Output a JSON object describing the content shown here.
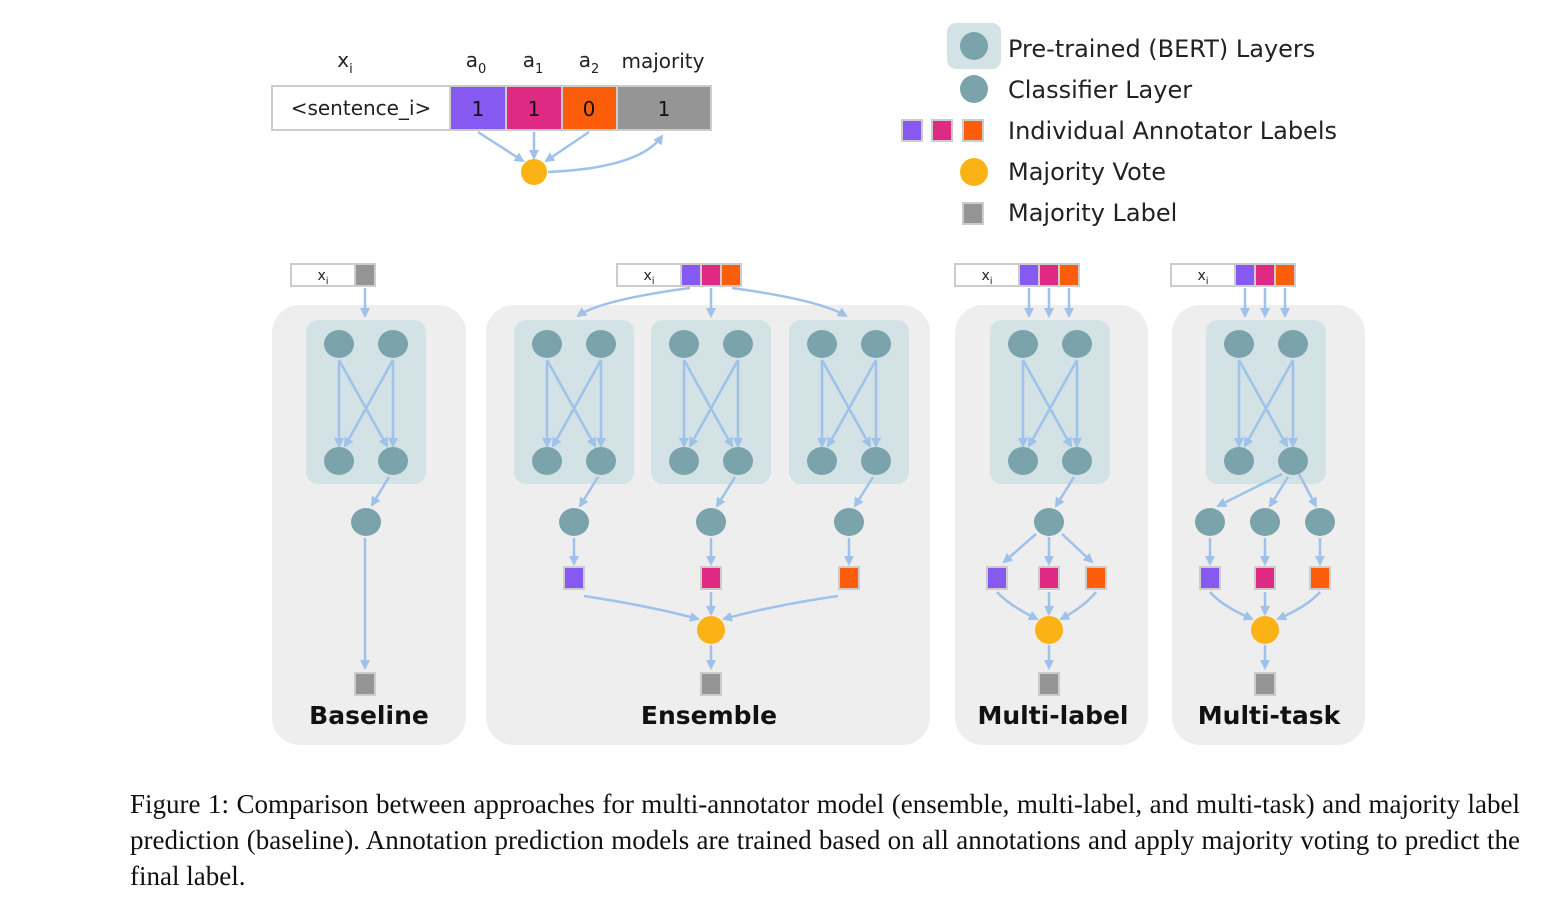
{
  "header": {
    "xi_label": "x",
    "xi_sub": "i",
    "a0_label": "a",
    "a0_sub": "0",
    "a1_label": "a",
    "a1_sub": "1",
    "a2_label": "a",
    "a2_sub": "2",
    "majority_label": "majority",
    "sentence": "<sentence_i>",
    "values": [
      "1",
      "1",
      "0",
      "1"
    ]
  },
  "legend": {
    "pretrained": "Pre-trained (BERT) Layers",
    "classifier": "Classifier Layer",
    "annotator": "Individual Annotator Labels",
    "vote": "Majority Vote",
    "majority_label": "Majority Label"
  },
  "panels": {
    "baseline": "Baseline",
    "ensemble": "Ensemble",
    "multilabel": "Multi-label",
    "multitask": "Multi-task"
  },
  "colors": {
    "a0": "#8659f0",
    "a1": "#df2a84",
    "a2": "#fb5d0a",
    "majority": "#959595",
    "vote": "#fbb214",
    "node": "#7aa3ac",
    "bert_box": "#d3e2e4",
    "panel": "#eeeeee",
    "arrow": "#9ec2ea"
  },
  "caption": "Figure 1: Comparison between approaches for multi-annotator model (ensemble, multi-label, and multi-task) and majority label prediction (baseline). Annotation prediction models are trained based on all annotations and apply majority voting to predict the final label."
}
